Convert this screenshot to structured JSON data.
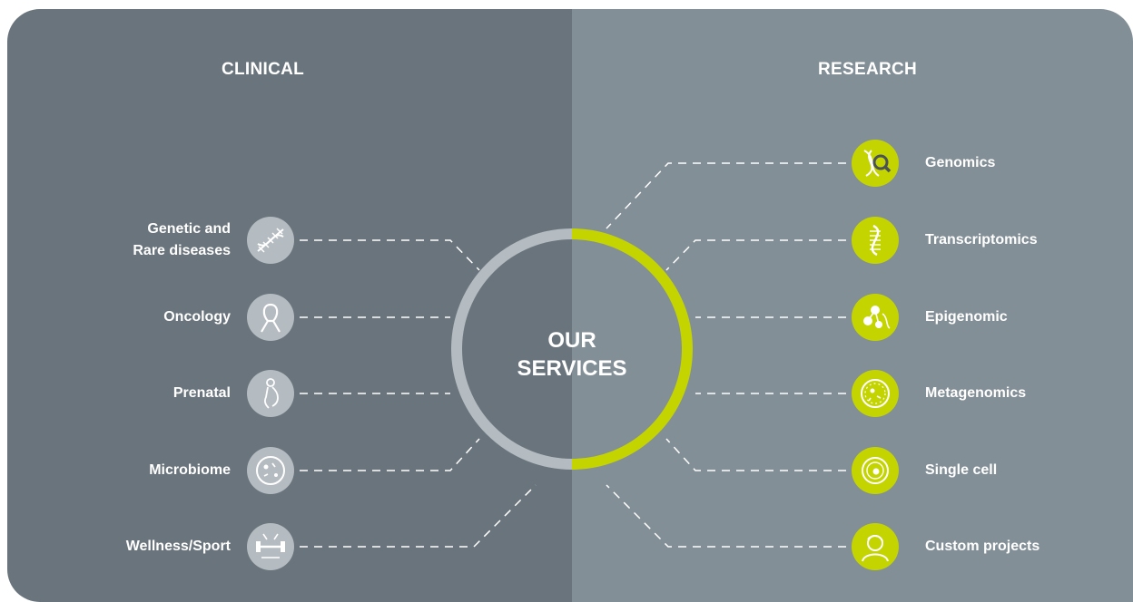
{
  "clinical": {
    "title": "CLINICAL",
    "items": [
      {
        "label": "Genetic and\nRare diseases",
        "icon": "dna-icon"
      },
      {
        "label": "Oncology",
        "icon": "ribbon-icon"
      },
      {
        "label": "Prenatal",
        "icon": "pregnant-woman-icon"
      },
      {
        "label": "Microbiome",
        "icon": "petri-dish-icon"
      },
      {
        "label": "Wellness/Sport",
        "icon": "dumbbell-icon"
      }
    ]
  },
  "research": {
    "title": "RESEARCH",
    "items": [
      {
        "label": "Genomics",
        "icon": "dna-magnifier-icon"
      },
      {
        "label": "Transcriptomics",
        "icon": "rna-strand-icon"
      },
      {
        "label": "Epigenomic",
        "icon": "molecule-icon"
      },
      {
        "label": "Metagenomics",
        "icon": "microbe-dish-icon"
      },
      {
        "label": "Single cell",
        "icon": "cell-icon"
      },
      {
        "label": "Custom projects",
        "icon": "person-icon"
      }
    ]
  },
  "center": {
    "line1": "OUR",
    "line2": "SERVICES"
  },
  "colors": {
    "clinical_bg": "#6a747c",
    "research_bg": "#838f97",
    "clinical_accent": "#b4bbc1",
    "research_accent": "#c3d400",
    "text": "#ffffff"
  }
}
